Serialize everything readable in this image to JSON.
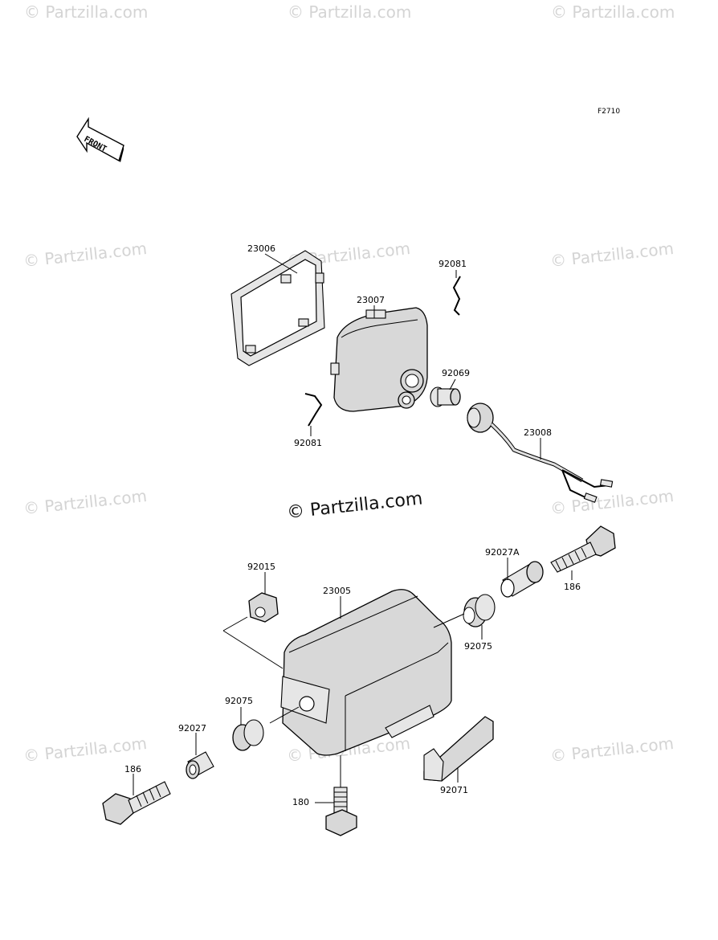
{
  "figure_code": "F2710",
  "front_label": "FRONT",
  "watermark": "© Partzilla.com",
  "center_watermark": "© Partzilla.com",
  "parts": {
    "p23006": "23006",
    "p23007": "23007",
    "p92081a": "92081",
    "p92081b": "92081",
    "p92069": "92069",
    "p23008": "23008",
    "p92015": "92015",
    "p23005": "23005",
    "p92027A": "92027A",
    "p186a": "186",
    "p92075a": "92075",
    "p92075b": "92075",
    "p92027": "92027",
    "p186b": "186",
    "p180": "180",
    "p92071": "92071"
  }
}
